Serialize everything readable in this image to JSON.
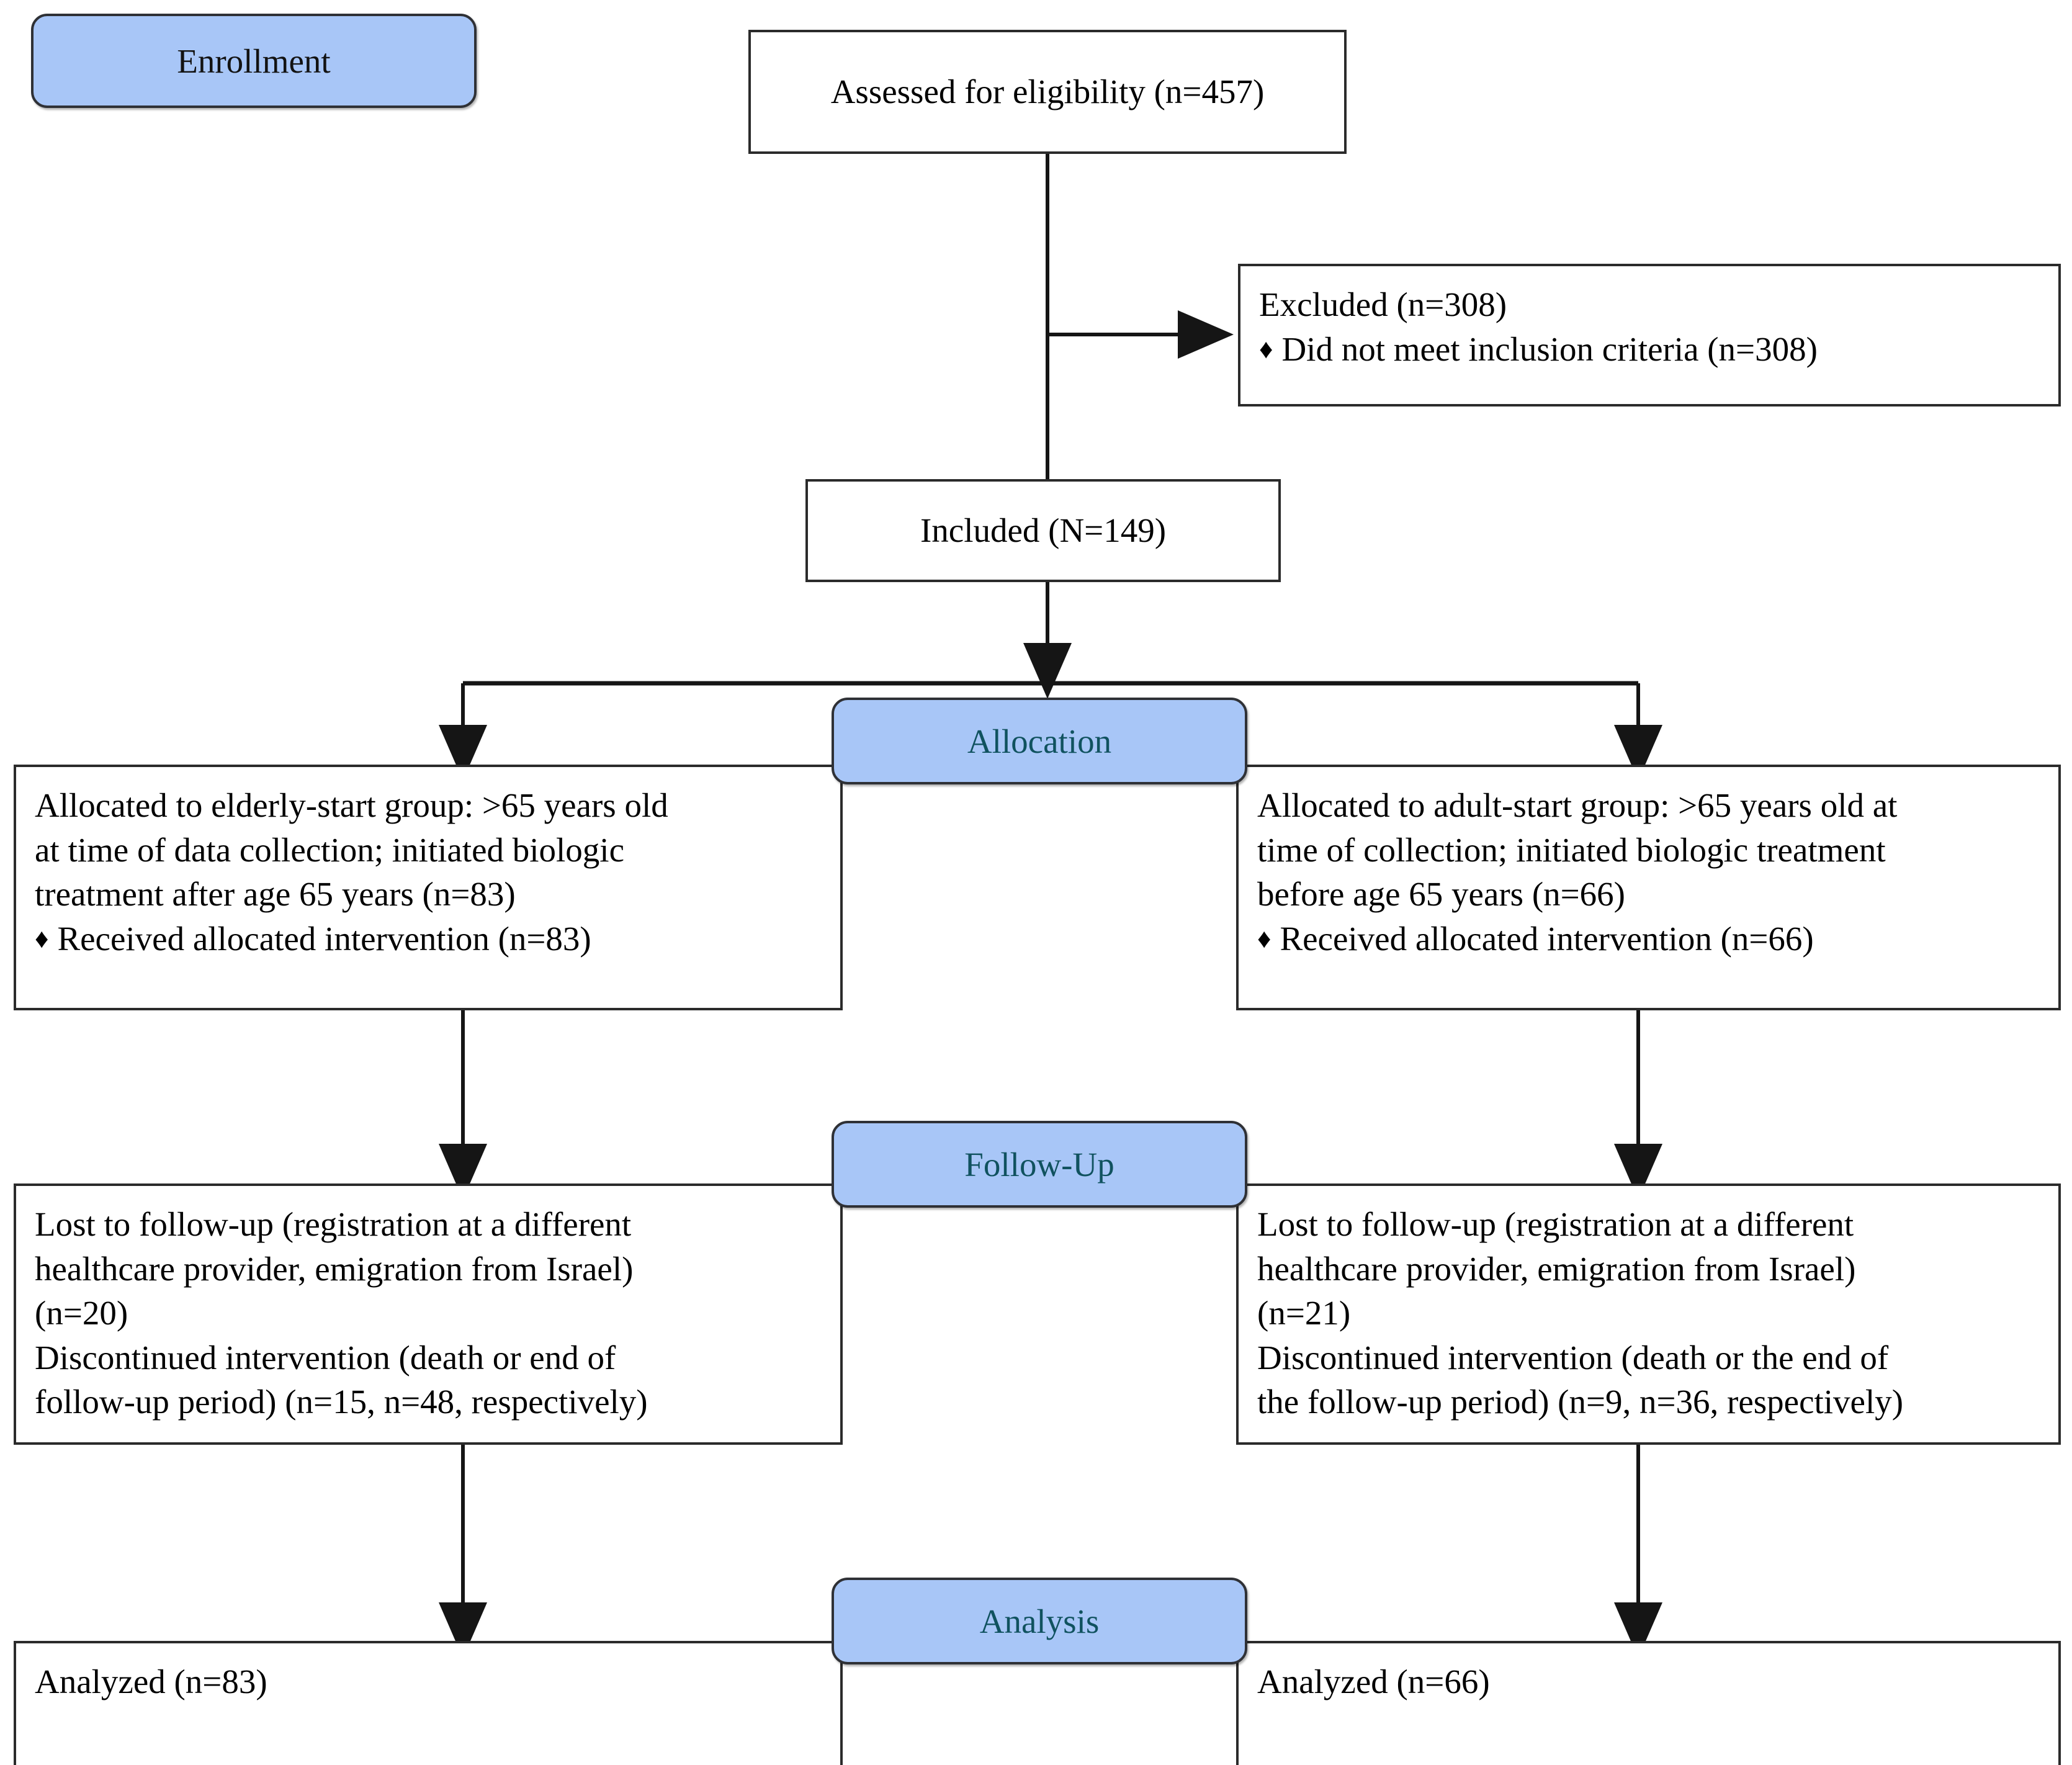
{
  "diagram": {
    "type": "consort-flow-diagram",
    "title": "CONSORT participant flow diagram",
    "accent_color": "#a8c6f7",
    "pill_text_color": "#10525f",
    "box_border_color": "#2b2b2b",
    "bullet_glyph": "♦"
  },
  "stages": {
    "enrollment": "Enrollment",
    "allocation": "Allocation",
    "follow_up": "Follow-Up",
    "analysis": "Analysis"
  },
  "nodes": {
    "assessed": {
      "line1": "Assessed for eligibility (n=457)"
    },
    "excluded": {
      "line1": "Excluded (n=308)",
      "bullet1": "Did not meet inclusion criteria (n=308)"
    },
    "included": {
      "line1": "Included (N=149)"
    },
    "alloc_left": {
      "line1": "Allocated to elderly-start group: >65 years old",
      "line2": "at time of data collection; initiated biologic",
      "line3": "treatment after age 65 years (n=83)",
      "bullet1": "Received allocated intervention (n=83)"
    },
    "alloc_right": {
      "line1": "Allocated to adult-start group: >65 years old at",
      "line2": "time of collection; initiated biologic treatment",
      "line3": "before age 65 years (n=66)",
      "bullet1": "Received allocated intervention (n=66)"
    },
    "follow_left": {
      "line1": "Lost to follow-up (registration at a different",
      "line2": "healthcare provider, emigration from Israel)",
      "line3": "(n=20)",
      "line4": "Discontinued intervention (death or end of",
      "line5": "follow-up period) (n=15, n=48, respectively)"
    },
    "follow_right": {
      "line1": "Lost to follow-up (registration at a different",
      "line2": "healthcare provider, emigration from Israel)",
      "line3": "(n=21)",
      "line4": "Discontinued intervention (death or the end of",
      "line5": "the follow-up period) (n=9, n=36, respectively)"
    },
    "analyzed_left": {
      "line1": "Analyzed (n=83)"
    },
    "analyzed_right": {
      "line1": "Analyzed (n=66)"
    }
  },
  "counts": {
    "assessed_for_eligibility": 457,
    "excluded_total": 308,
    "excluded_did_not_meet_inclusion_criteria": 308,
    "included_total": 149,
    "allocated_elderly_start": 83,
    "received_intervention_elderly_start": 83,
    "allocated_adult_start": 66,
    "received_intervention_adult_start": 66,
    "lost_to_followup_elderly_start": 20,
    "discontinued_death_elderly_start": 15,
    "discontinued_end_of_followup_elderly_start": 48,
    "lost_to_followup_adult_start": 21,
    "discontinued_death_adult_start": 9,
    "discontinued_end_of_followup_adult_start": 36,
    "analyzed_elderly_start": 83,
    "analyzed_adult_start": 66
  }
}
